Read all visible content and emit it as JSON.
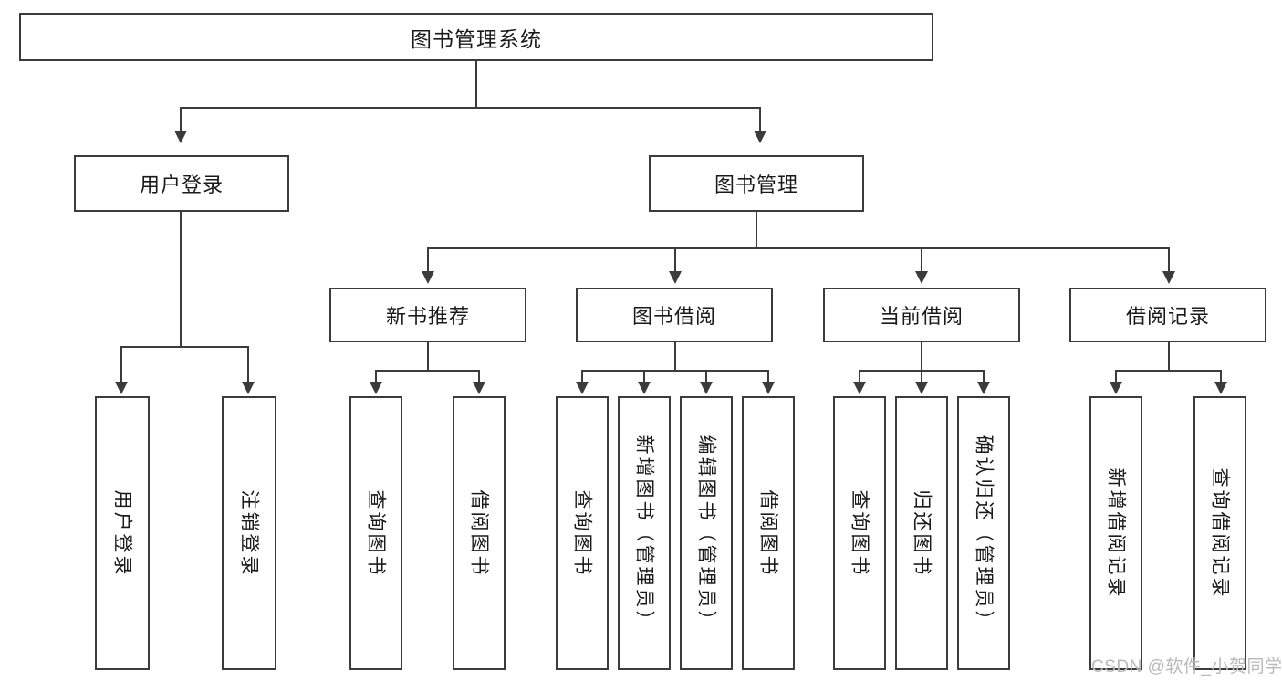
{
  "diagram": {
    "title": "图书管理系统",
    "type": "tree",
    "root": {
      "label": "图书管理系统"
    },
    "level1": [
      {
        "label": "用户登录"
      },
      {
        "label": "图书管理"
      }
    ],
    "level2": [
      {
        "label": "新书推荐"
      },
      {
        "label": "图书借阅"
      },
      {
        "label": "当前借阅"
      },
      {
        "label": "借阅记录"
      }
    ],
    "leaves": {
      "user_login": [
        {
          "label": "用户登录"
        },
        {
          "label": "注销登录"
        }
      ],
      "new_book_recommend": [
        {
          "label": "查询图书"
        },
        {
          "label": "借阅图书"
        }
      ],
      "book_borrow": [
        {
          "label": "查询图书"
        },
        {
          "label": "新增图书（管理员）"
        },
        {
          "label": "编辑图书（管理员）"
        },
        {
          "label": "借阅图书"
        }
      ],
      "current_borrow": [
        {
          "label": "查询图书"
        },
        {
          "label": "归还图书"
        },
        {
          "label": "确认归还（管理员）"
        }
      ],
      "borrow_record": [
        {
          "label": "新增借阅记录"
        },
        {
          "label": "查询借阅记录"
        }
      ]
    }
  },
  "watermark": {
    "text": "CSDN @软件_小贺同学"
  },
  "colors": {
    "stroke": "#3b3b3b",
    "text": "#1a1a1a",
    "background": "#ffffff",
    "watermark": "#b9b9b9"
  }
}
